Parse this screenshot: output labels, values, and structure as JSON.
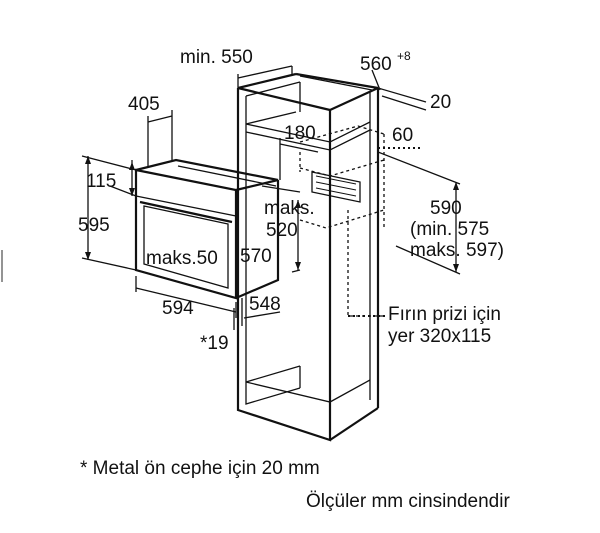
{
  "dimensions": {
    "cabinet_width_min": "min. 550",
    "cabinet_depth": "560",
    "cabinet_depth_tolerance": "+8",
    "top_gap": "20",
    "oven_depth": "405",
    "vent_depth": "180",
    "vent_height": "60",
    "oven_panel_height": "115",
    "oven_height": "595",
    "maks_label": "maks.",
    "maks_value": "520",
    "niche_height_main": "590",
    "niche_height_min": "(min. 575",
    "niche_height_max": "maks. 597)",
    "maks50": "maks.50",
    "inner_width": "570",
    "oven_width": "594",
    "inner_depth": "548",
    "front_offset": "*19"
  },
  "notes": {
    "socket_line1": "Fırın prizi için",
    "socket_line2": "yer 320x115",
    "metal_front": "* Metal ön cephe için 20 mm",
    "units": "Ölçüler mm cinsindendir"
  }
}
